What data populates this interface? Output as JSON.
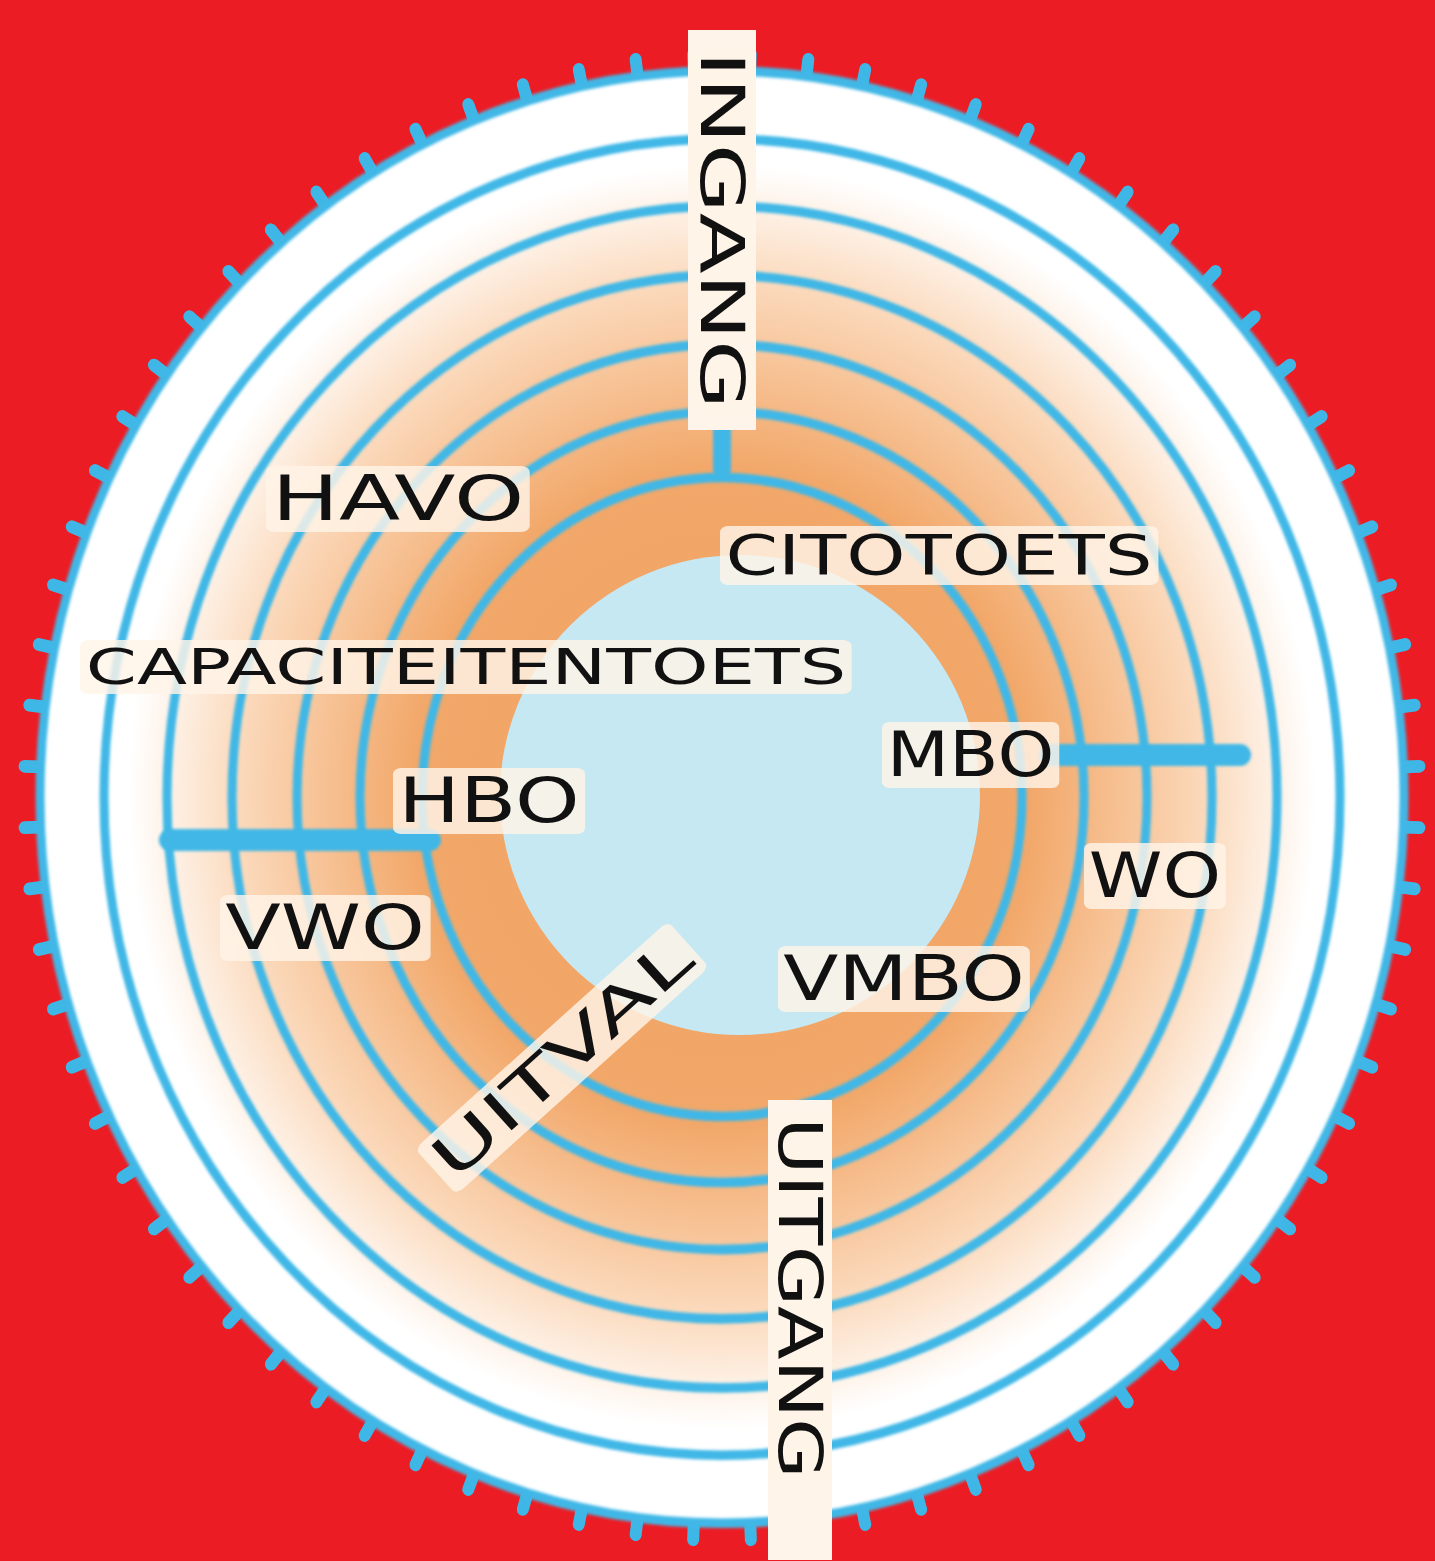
{
  "diagram": {
    "labels": [
      "INGANG",
      "HAVO",
      "CITOTOETS",
      "CAPACITEITENTOETS",
      "MBO",
      "HBO",
      "WO",
      "VWO",
      "VMBO",
      "UITVAL",
      "UITGANG"
    ]
  }
}
